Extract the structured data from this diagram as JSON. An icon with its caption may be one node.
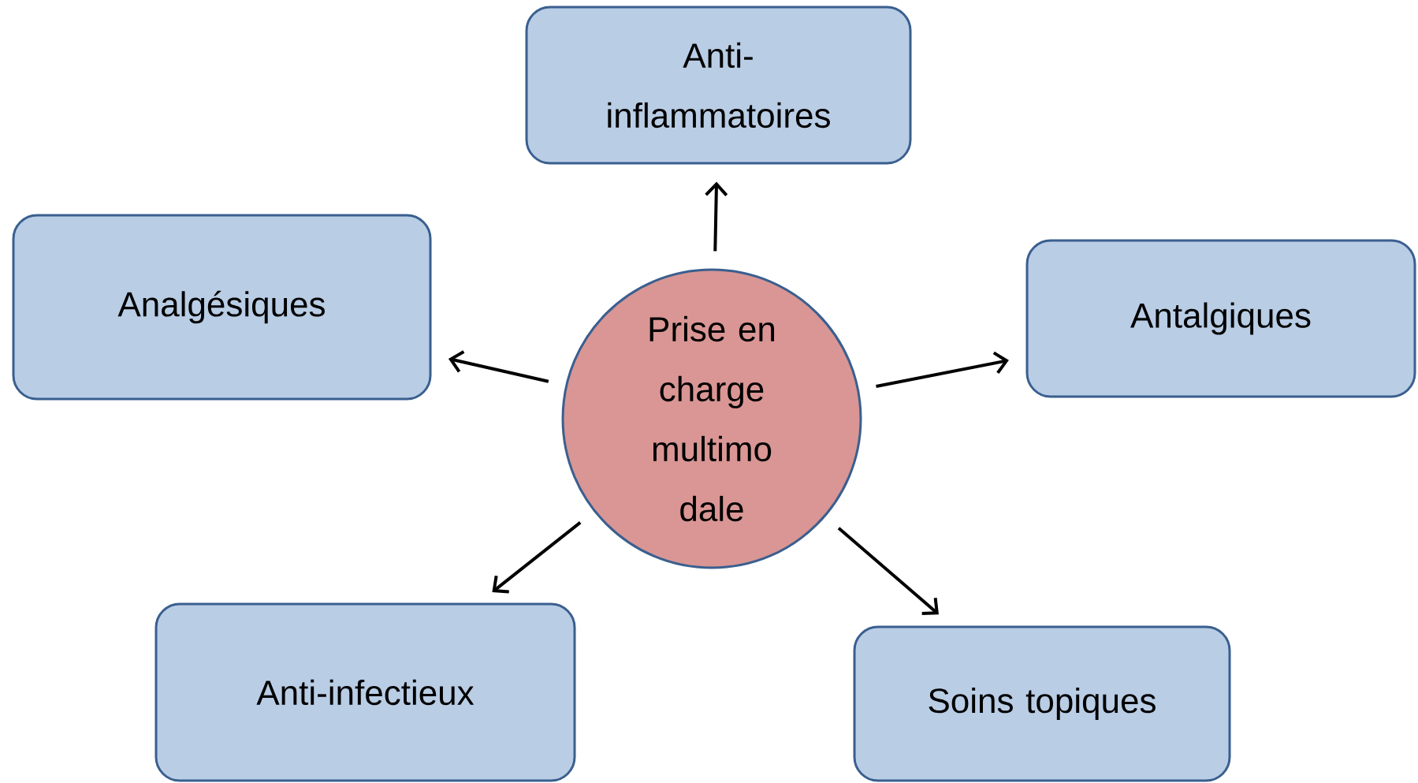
{
  "diagram": {
    "nodes": [
      {
        "text": [
          "Anti-inflammatoires"
        ]
      },
      {
        "text": [
          "Analgésiques"
        ]
      },
      {
        "text": [
          "Prise en charge multimo dale"
        ]
      },
      {
        "text": [
          "Antalgiques"
        ]
      },
      {
        "text": [
          "Anti-infectieux"
        ]
      },
      {
        "text": [
          "Soins topiques"
        ]
      }
    ],
    "edges": [
      {
        "from": 2,
        "to": 0,
        "arrow": "to"
      },
      {
        "from": 2,
        "to": 1,
        "arrow": "to"
      },
      {
        "from": 2,
        "to": 3,
        "arrow": "to"
      },
      {
        "from": 2,
        "to": 4,
        "arrow": "to"
      },
      {
        "from": 2,
        "to": 5,
        "arrow": "to"
      }
    ]
  }
}
